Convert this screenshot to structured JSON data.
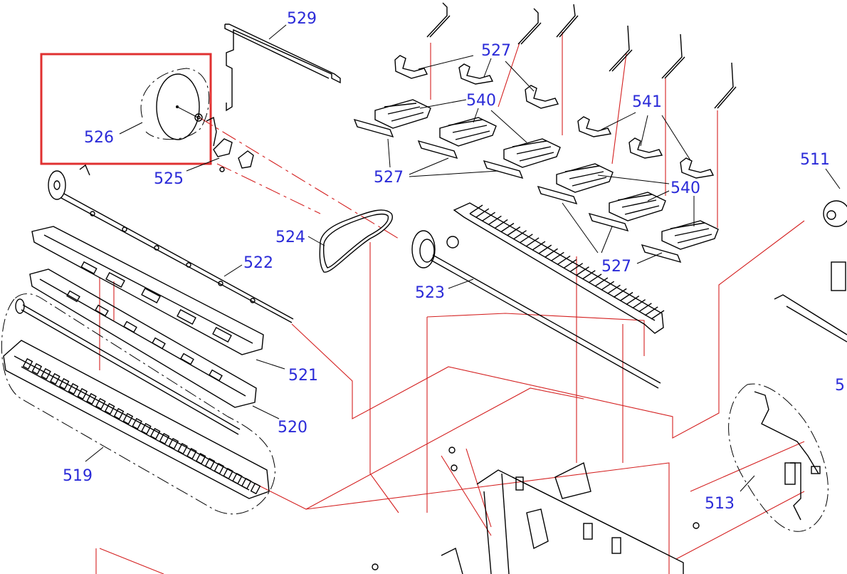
{
  "diagram": {
    "highlight_color": "#e03030",
    "label_color": "#2a2ad8",
    "parts": [
      {
        "id": "p529",
        "label": "529"
      },
      {
        "id": "p527a",
        "label": "527"
      },
      {
        "id": "p540a",
        "label": "540"
      },
      {
        "id": "p541",
        "label": "541"
      },
      {
        "id": "p526",
        "label": "526"
      },
      {
        "id": "p525",
        "label": "525"
      },
      {
        "id": "p527b",
        "label": "527"
      },
      {
        "id": "p511",
        "label": "511"
      },
      {
        "id": "p540b",
        "label": "540"
      },
      {
        "id": "p524",
        "label": "524"
      },
      {
        "id": "p522",
        "label": "522"
      },
      {
        "id": "p527c",
        "label": "527"
      },
      {
        "id": "p523",
        "label": "523"
      },
      {
        "id": "p521",
        "label": "521"
      },
      {
        "id": "p5x",
        "label": "5"
      },
      {
        "id": "p520",
        "label": "520"
      },
      {
        "id": "p519",
        "label": "519"
      },
      {
        "id": "p513",
        "label": "513"
      }
    ]
  }
}
